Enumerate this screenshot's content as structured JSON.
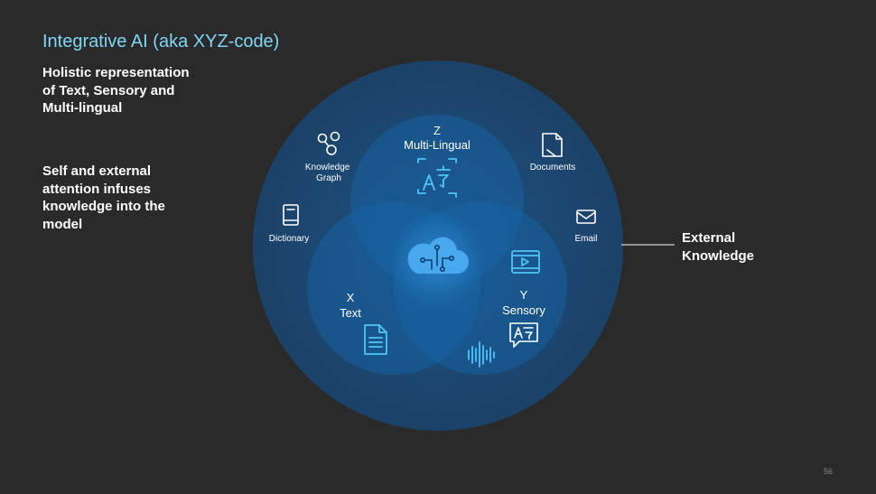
{
  "slide": {
    "title": "Integrative AI (aka XYZ-code)",
    "bullets": [
      "Holistic representation of Text, Sensory and Multi-lingual",
      "Self and external attention infuses knowledge into the model"
    ],
    "page_number": "56"
  },
  "diagram": {
    "external_label": "External Knowledge",
    "outer_items": [
      {
        "label_lines": [
          "Knowledge",
          "Graph"
        ],
        "icon": "knowledge-graph-icon"
      },
      {
        "label_lines": [
          "Documents"
        ],
        "icon": "document-icon"
      },
      {
        "label_lines": [
          "Dictionary"
        ],
        "icon": "book-icon"
      },
      {
        "label_lines": [
          "Email"
        ],
        "icon": "mail-icon"
      }
    ],
    "circles": {
      "z": {
        "letter": "Z",
        "name": "Multi-Lingual",
        "icon": "translate-icon"
      },
      "x": {
        "letter": "X",
        "name": "Text",
        "icon": "text-document-icon"
      },
      "y": {
        "letter": "Y",
        "name": "Sensory",
        "icon": "video-icon"
      }
    },
    "center_icon": "cloud-circuit-icon",
    "extra_icons": [
      "speech-translate-icon",
      "audio-wave-icon"
    ],
    "colors": {
      "background": "#2a2a2a",
      "title": "#7fd6f5",
      "outer_circle": "#1e4a72",
      "inner_circle": "#1565a8",
      "icon_accent": "#4fc3f7"
    }
  }
}
